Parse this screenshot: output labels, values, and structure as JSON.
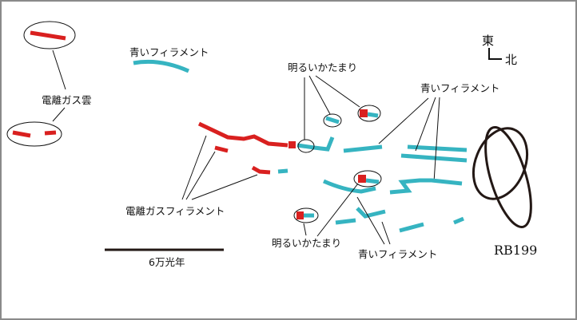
{
  "labels": {
    "ionized_gas_cloud": "電離ガス雲",
    "blue_filament_top": "青いフィラメント",
    "bright_clumps_top": "明るいかたまり",
    "blue_filament_right": "青いフィラメント",
    "ionized_gas_filament": "電離ガスフィラメント",
    "bright_clumps_bottom": "明るいかたまり",
    "blue_filament_bottom": "青いフィラメント",
    "scale_bar": "6万光年",
    "galaxy": "RB199",
    "compass_east": "東",
    "compass_north": "北"
  },
  "colors": {
    "ionized_gas": "#d9201f",
    "blue_filament": "#36b4c1"
  }
}
